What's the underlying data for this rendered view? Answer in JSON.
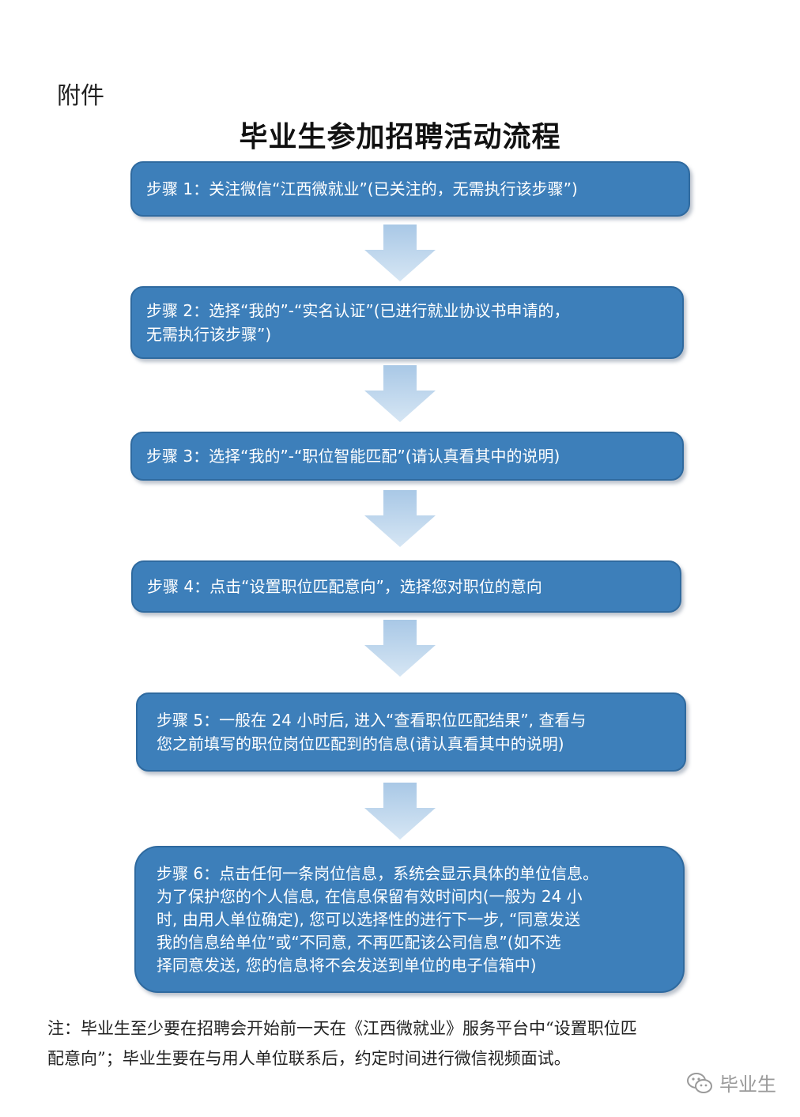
{
  "header": {
    "attachment_label": "附件",
    "title": "毕业生参加招聘活动流程"
  },
  "steps": [
    {
      "text": "步骤 1：关注微信“江西微就业”(已关注的，无需执行该步骤”)"
    },
    {
      "text": "步骤 2：选择“我的”-“实名认证”(已进行就业协议书申请的，\n无需执行该步骤”)"
    },
    {
      "text": "步骤 3：选择“我的”-“职位智能匹配”(请认真看其中的说明)"
    },
    {
      "text": "步骤 4：点击“设置职位匹配意向”，选择您对职位的意向"
    },
    {
      "text": "步骤 5：一般在 24 小时后, 进入“查看职位匹配结果”, 查看与\n您之前填写的职位岗位匹配到的信息(请认真看其中的说明)"
    },
    {
      "text": "步骤 6：点击任何一条岗位信息，系统会显示具体的单位信息。\n为了保护您的个人信息, 在信息保留有效时间内(一般为 24 小\n时, 由用人单位确定), 您可以选择性的进行下一步, “同意发送\n我的信息给单位”或“不同意, 不再匹配该公司信息”(如不选\n择同意发送, 您的信息将不会发送到单位的电子信箱中)"
    }
  ],
  "footer": {
    "note": "注：毕业生至少要在招聘会开始前一天在《江西微就业》服务平台中“设置职位匹\n配意向”；毕业生要在与用人单位联系后，约定时间进行微信视频面试。",
    "watermark_text": "毕业生"
  },
  "colors": {
    "box_fill": "#3d7fba",
    "box_border": "#2f6a9f",
    "arrow_fill": "#b9d3ea",
    "text_on_box": "#ffffff"
  },
  "icons": {
    "arrow": "down-arrow-icon",
    "watermark": "wechat-icon"
  }
}
